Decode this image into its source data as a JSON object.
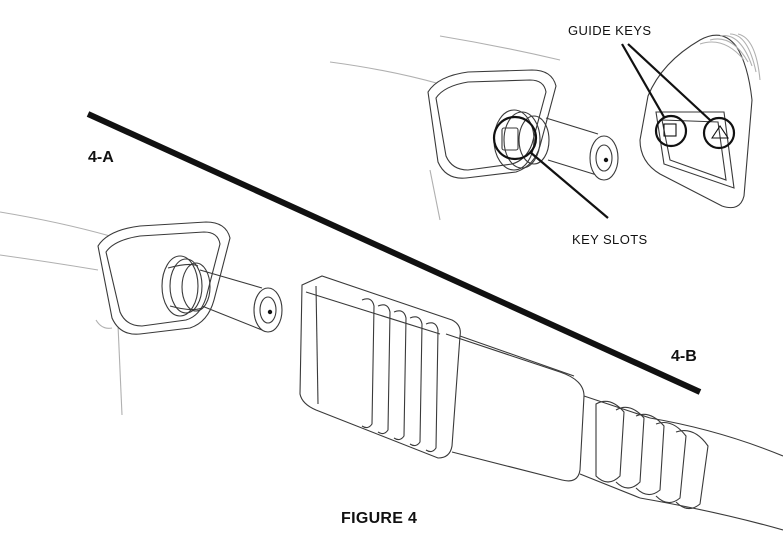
{
  "figure": {
    "caption": "FIGURE 4",
    "panel_a_label": "4-A",
    "panel_b_label": "4-B",
    "callouts": {
      "guide_keys": "GUIDE KEYS",
      "key_slots": "KEY SLOTS"
    }
  },
  "colors": {
    "ink": "#111111",
    "line_art": "#3a3a3a",
    "faint_line": "#b0b0b0",
    "background": "#ffffff"
  }
}
